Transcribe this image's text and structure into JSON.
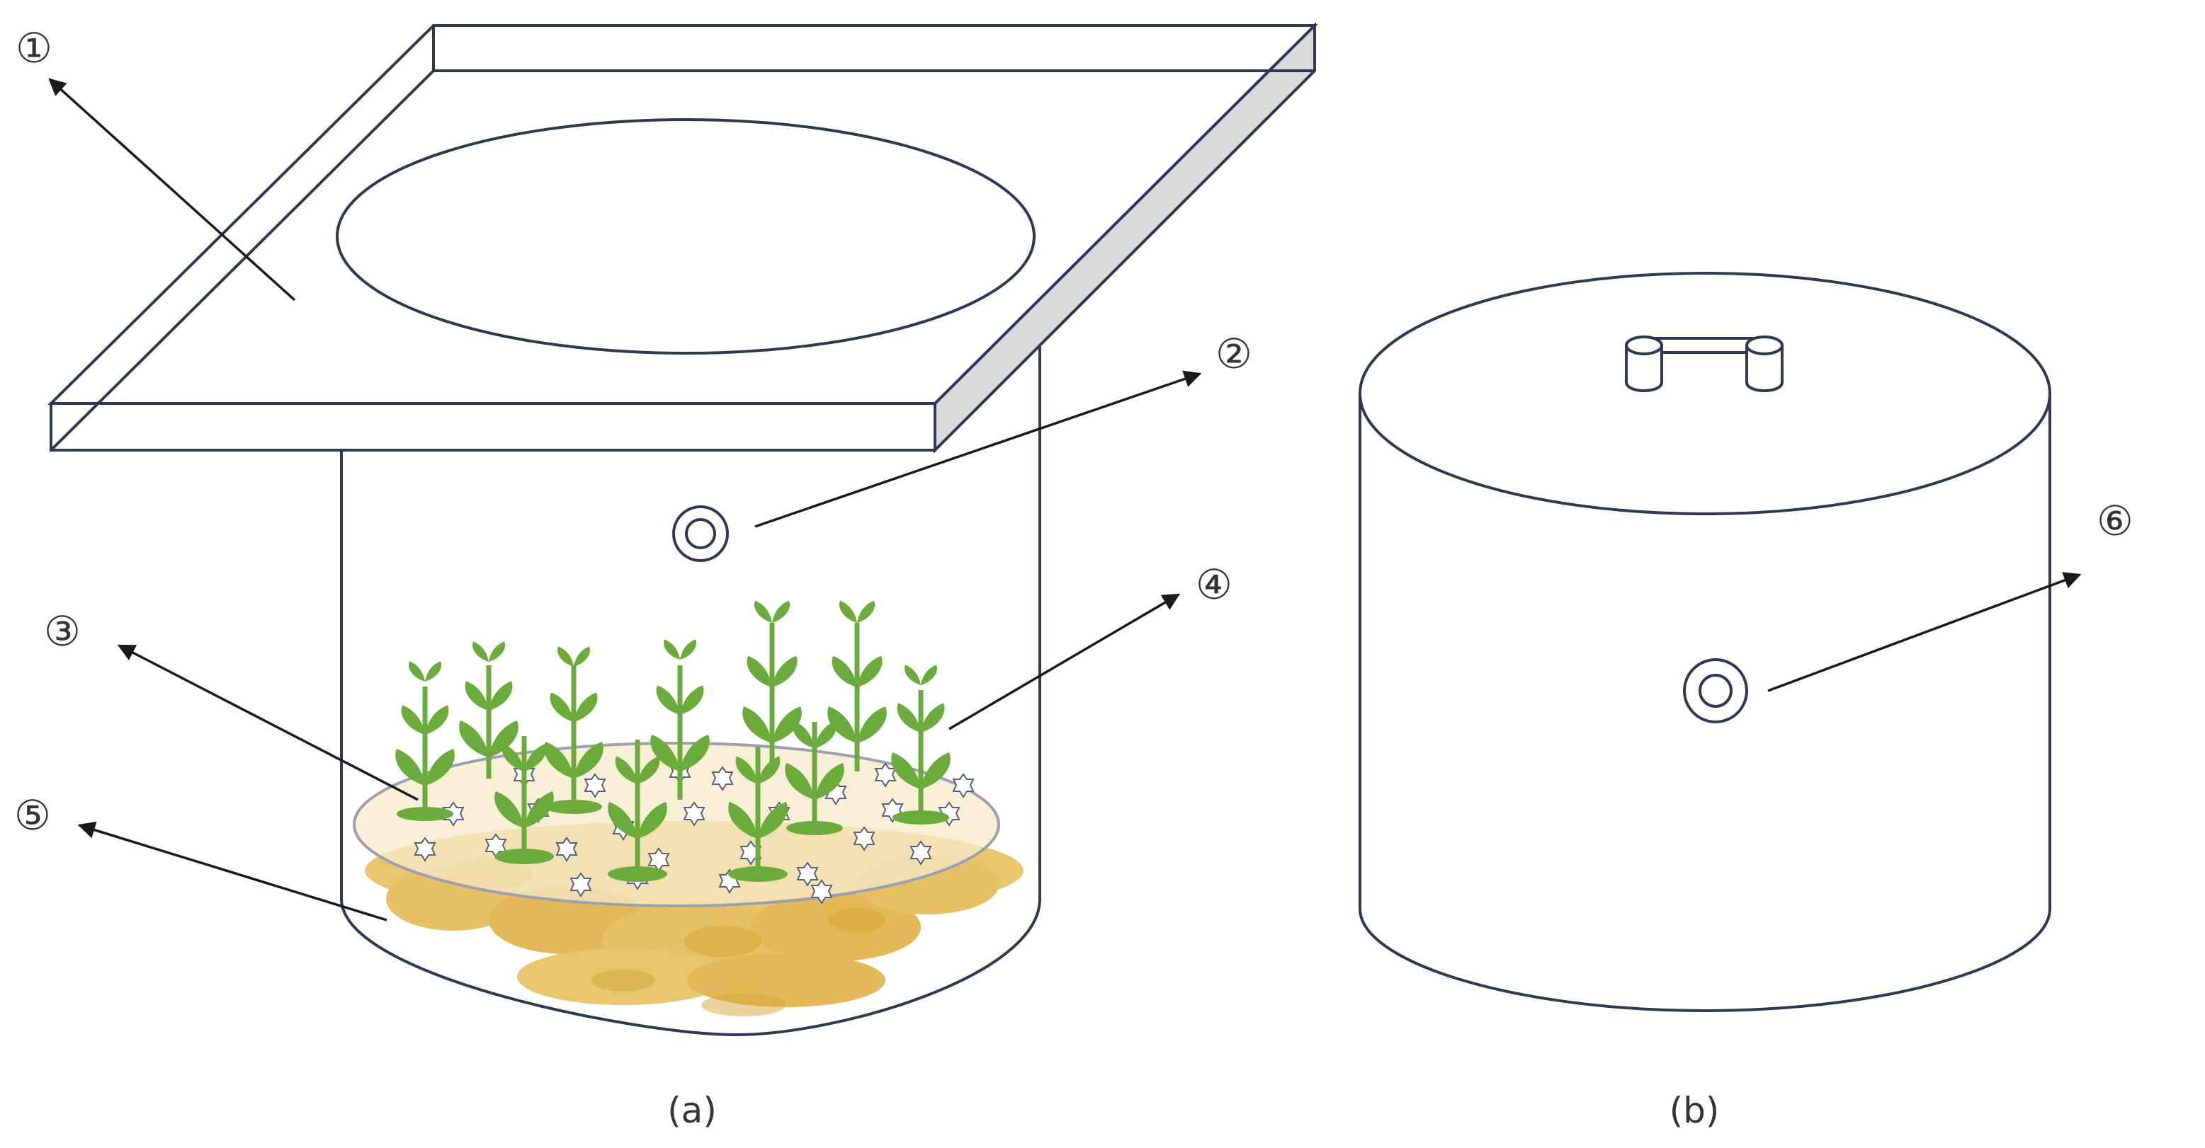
{
  "labels": {
    "one": "①",
    "two": "②",
    "three": "③",
    "four": "④",
    "five": "⑤",
    "six": "⑥"
  },
  "captions": {
    "a": "(a)",
    "b": "(b)"
  },
  "colors": {
    "outline": "#2f3852",
    "plate_side": "#d9d9d9",
    "plant_leaf": "#6aab3c",
    "soil": "#e6c069",
    "soil_dark": "#d6a73a",
    "dish": "#f5e9c8"
  }
}
